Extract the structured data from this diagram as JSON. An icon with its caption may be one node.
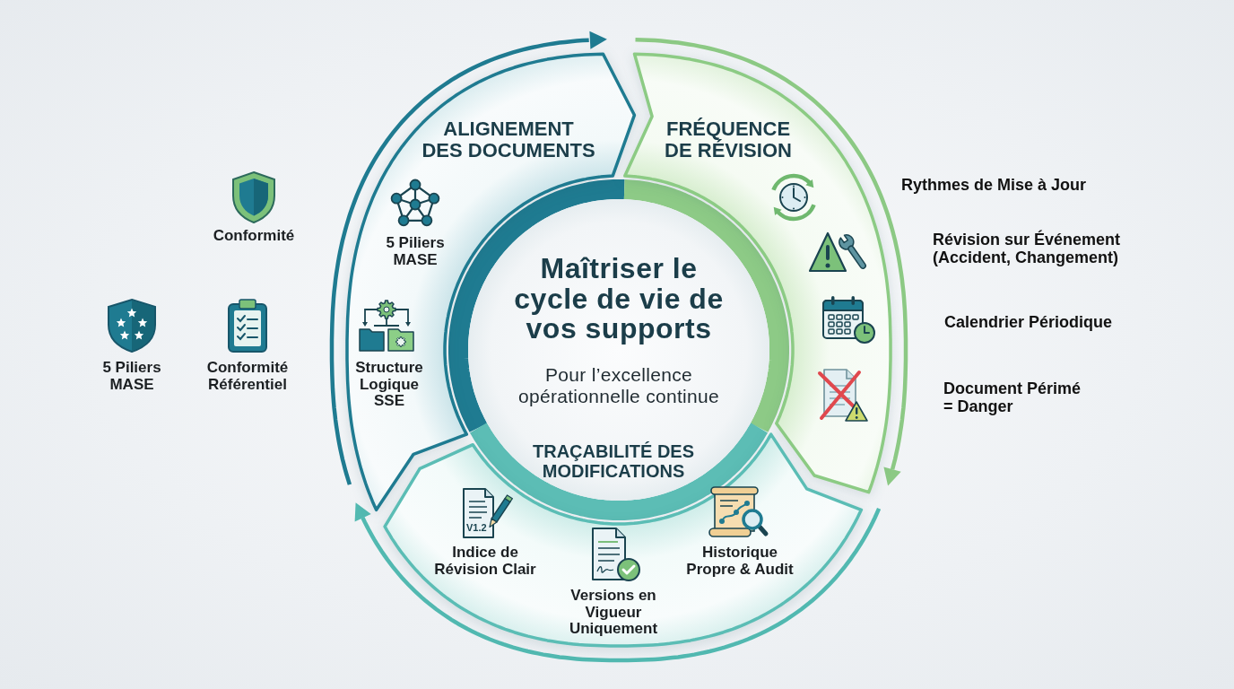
{
  "diagram": {
    "nodes": [
      {
        "text": [
          "ALIGNEMENT DES DOCUMENTS",
          "5 Piliers MASE",
          "Structure Logique SSE"
        ]
      },
      {
        "text": [
          "FRÉQUENCE DE RÉVISION"
        ],
        "beside": [
          "Rythmes de Mise à Jour",
          "Révision sur Événement (Accident, Changement)",
          "Calendrier Périodique",
          "Document Périmé = Danger"
        ]
      },
      {
        "text": [
          "Maîtriser le cycle de vie de vos supports",
          "Pour l’excellence opérationnelle continue"
        ]
      },
      {
        "text": [
          "TRAÇABILITÉ DES MODIFICATIONS",
          "Indice de Révision Clair",
          "Versions en Vigueur Uniquement",
          "Historique Propre & Audit"
        ]
      }
    ],
    "labels": [
      "Conformité",
      "5 Piliers MASE",
      "Conformité Référentiel",
      "V1.2"
    ]
  }
}
